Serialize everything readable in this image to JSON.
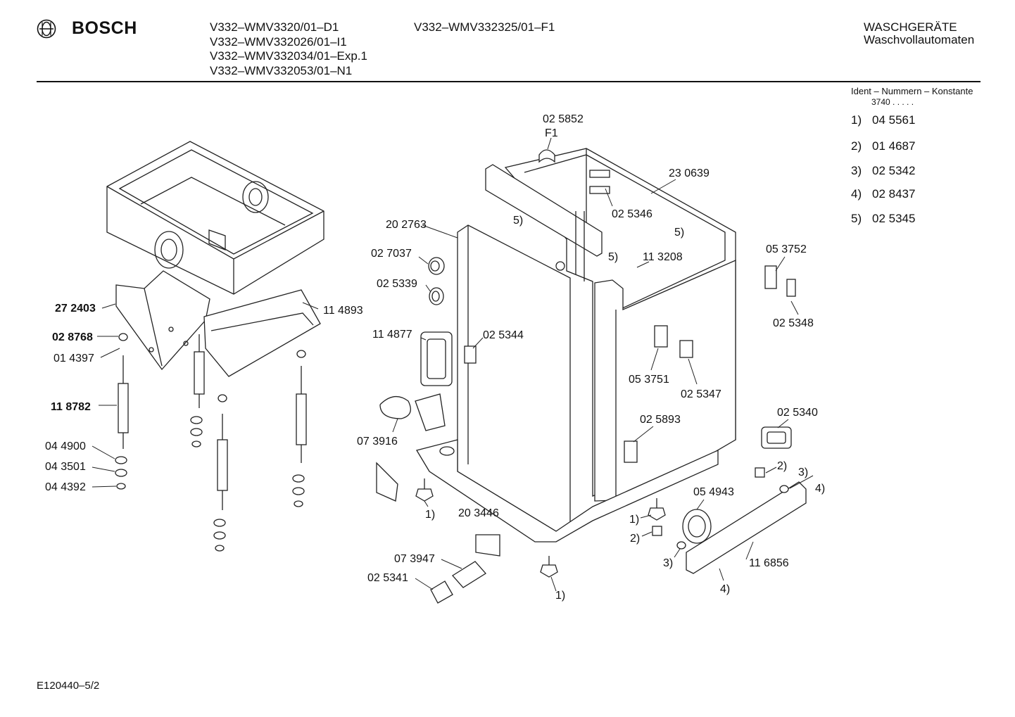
{
  "header": {
    "brand": "BOSCH",
    "models_left": [
      "V332–WMV3320/01–D1",
      "V332–WMV332026/01–I1",
      "V332–WMV332034/01–Exp.1",
      "V332–WMV332053/01–N1"
    ],
    "model_right": "V332–WMV332325/01–F1",
    "category": "WASCHGERÄTE",
    "subcategory": "Waschvollautomaten"
  },
  "ident": {
    "title": "Ident – Nummern – Konstante",
    "constant": "3740  .  .  .  .  .",
    "items": [
      {
        "n": "1)",
        "v": "04 5561"
      },
      {
        "n": "2)",
        "v": "01 4687"
      },
      {
        "n": "3)",
        "v": "02 5342"
      },
      {
        "n": "4)",
        "v": "02 8437"
      },
      {
        "n": "5)",
        "v": "02 5345"
      }
    ]
  },
  "parts": {
    "p025852": "02 5852",
    "f1": "F1",
    "p230639": "23 0639",
    "p025346": "02 5346",
    "p5a": "5)",
    "p5b": "5)",
    "p5c": "5)",
    "p202763": "20 2763",
    "p027037": "02 7037",
    "p025339": "02 5339",
    "p113208": "11 3208",
    "p053752": "05 3752",
    "p025348": "02 5348",
    "p272403": "27 2403",
    "p114893": "11 4893",
    "p028768": "02 8768",
    "p014397": "01 4397",
    "p114877": "11 4877",
    "p025344": "02 5344",
    "p118782": "11 8782",
    "p053751": "05 3751",
    "p025347": "02 5347",
    "p073916": "07 3916",
    "p025893": "02 5893",
    "p025340": "02 5340",
    "p044900": "04 4900",
    "p043501": "04 3501",
    "p044392": "04 4392",
    "p2a": "2)",
    "p3a": "3)",
    "p4a": "4)",
    "p054943": "05 4943",
    "p1a": "1)",
    "p203446": "20 3446",
    "p1b": "1)",
    "p2b": "2)",
    "p3b": "3)",
    "p073947": "07 3947",
    "p116856": "11 6856",
    "p025341": "02 5341",
    "p4b": "4)",
    "p1c": "1)"
  },
  "footer": {
    "code": "E120440–5/2"
  }
}
